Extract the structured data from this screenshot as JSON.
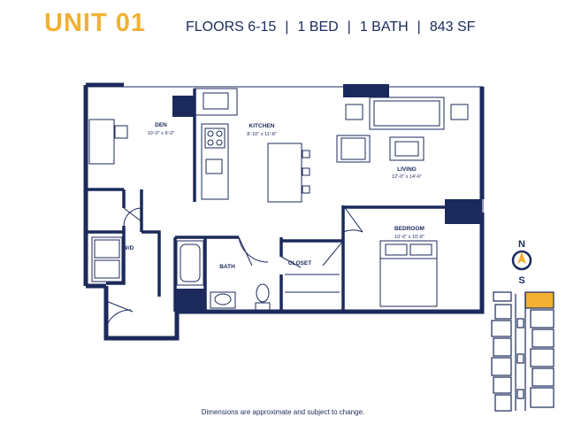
{
  "header": {
    "unit": "UNIT 01",
    "floors": "FLOORS 6-15",
    "beds": "1 BED",
    "baths": "1 BATH",
    "area": "843 SF",
    "separator": "|"
  },
  "rooms": {
    "den": {
      "label": "DEN",
      "dim": "10'-0\" x 9'-0\""
    },
    "kitchen": {
      "label": "KITCHEN",
      "dim": "8'-10\" x 11'-8\""
    },
    "living": {
      "label": "LIVING",
      "dim": "12'-0\" x 14'-6\""
    },
    "bedroom": {
      "label": "BEDROOM",
      "dim": "10'-6\" x 10'-8\""
    },
    "bath": {
      "label": "BATH"
    },
    "closet": {
      "label": "CLOSET"
    },
    "wd": {
      "label": "W/D"
    }
  },
  "compass": {
    "north": "N",
    "south": "S"
  },
  "colors": {
    "accent": "#f2b132",
    "wall": "#1b2a5b"
  },
  "footer": {
    "disclaimer": "Dimensions are approximate and subject to change."
  }
}
